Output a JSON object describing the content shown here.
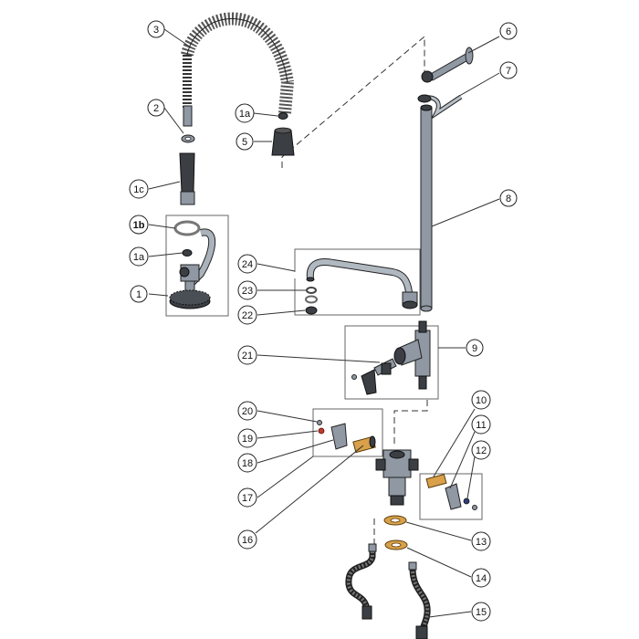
{
  "callouts": {
    "c1": "1",
    "c1a_top": "1a",
    "c1a_mid": "1a",
    "c1b": "1b",
    "c1c": "1c",
    "c2": "2",
    "c3": "3",
    "c5": "5",
    "c6": "6",
    "c7": "7",
    "c8": "8",
    "c9": "9",
    "c10": "10",
    "c11": "11",
    "c12": "12",
    "c13": "13",
    "c14": "14",
    "c15": "15",
    "c16": "16",
    "c17": "17",
    "c18": "18",
    "c19": "19",
    "c20": "20",
    "c21": "21",
    "c22": "22",
    "c23": "23",
    "c24": "24"
  },
  "colors": {
    "metal": "#8f98a3",
    "dark_part": "#3b3f44",
    "brass": "#d8a14a",
    "line": "#333333"
  }
}
